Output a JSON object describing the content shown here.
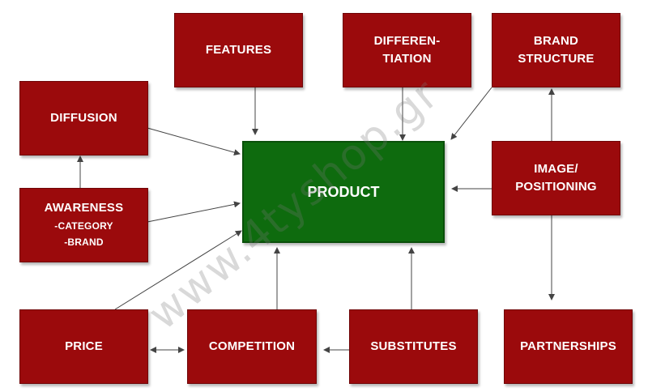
{
  "nodes": {
    "features": "FEATURES",
    "differentiation_line1": "DIFFEREN-",
    "differentiation_line2": "TIATION",
    "brand_structure_line1": "BRAND",
    "brand_structure_line2": "STRUCTURE",
    "diffusion": "DIFFUSION",
    "product": "PRODUCT",
    "image_positioning_line1": "IMAGE/",
    "image_positioning_line2": "POSITIONING",
    "awareness": "AWARENESS",
    "awareness_category": "-CATEGORY",
    "awareness_brand": "-BRAND",
    "price": "PRICE",
    "competition": "COMPETITION",
    "substitutes": "SUBSTITUTES",
    "partnerships": "PARTNERSHIPS"
  },
  "watermark": "www.4tyshop.gr",
  "colors": {
    "box": "#9b0a0c",
    "center": "#0e6b0e",
    "arrow": "#444444"
  }
}
